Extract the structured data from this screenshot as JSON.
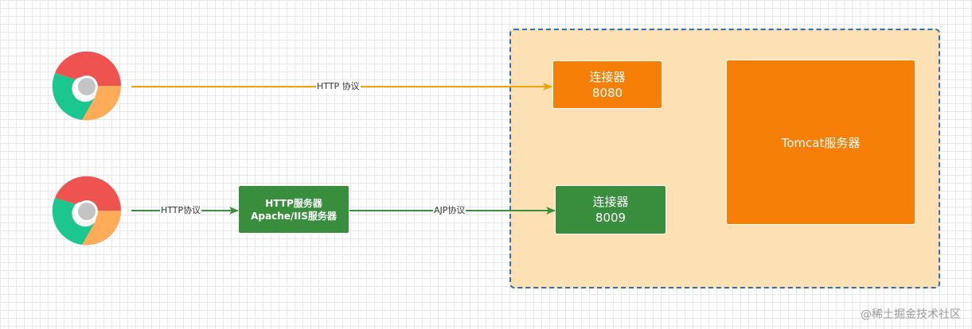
{
  "nodes": {
    "connector_8080": {
      "title": "连接器",
      "port": "8080"
    },
    "connector_8009": {
      "title": "连接器",
      "port": "8009"
    },
    "tomcat": {
      "label": "Tomcat服务器"
    },
    "http_server": {
      "line1": "HTTP服务器",
      "line2": "Apache/IIS服务器"
    }
  },
  "edges": {
    "browser1_to_8080": {
      "label": "HTTP 协议"
    },
    "browser2_to_http_server": {
      "label": "HTTP协议"
    },
    "http_server_to_8009": {
      "label": "AJP协议"
    }
  },
  "icons": {
    "browser_top": "chrome-browser-icon",
    "browser_bottom": "chrome-browser-icon"
  },
  "colors": {
    "orange": "#f57f07",
    "green": "#388e3c",
    "container_fill": "#fde0b4",
    "container_border": "#2f6eb5",
    "arrow_orange": "#f0a30a",
    "arrow_green": "#3a8f3e"
  },
  "watermark": "@稀土掘金技术社区"
}
